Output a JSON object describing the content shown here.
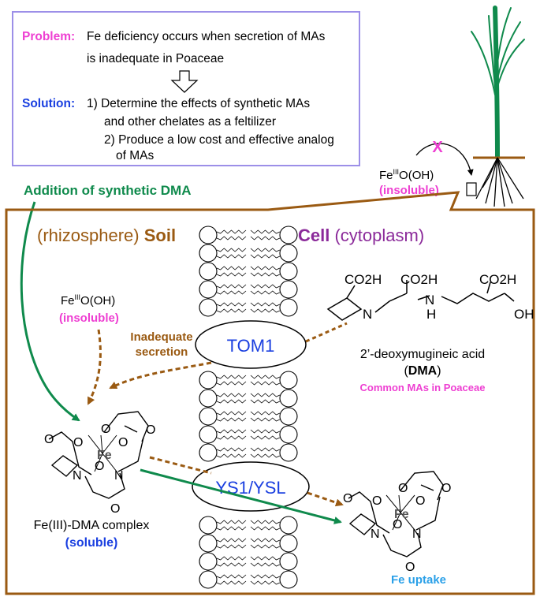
{
  "problem": {
    "label": "Problem:",
    "line1": "Fe deficiency occurs when secretion of MAs",
    "line2": "is inadequate in Poaceae"
  },
  "solution": {
    "label": "Solution:",
    "item1_line1": "1) Determine the effects of synthetic MAs",
    "item1_line2": "and other chelates as a feltilizer",
    "item2_line1": "2) Produce a low cost and effective analog",
    "item2_line2": "of MAs"
  },
  "addition_label": "Addition of synthetic DMA",
  "plant_inset": {
    "fe_prefix": "Fe",
    "fe_superscript": "III",
    "fe_suffix": "O(OH)",
    "insoluble": "(insoluble)",
    "blocked_mark": "X"
  },
  "soil_label": {
    "paren": "(rhizosphere) ",
    "bold": "Soil"
  },
  "cell_label": {
    "bold": "Cell",
    "paren": " (cytoplasm)"
  },
  "fe_soil": {
    "prefix": "Fe",
    "superscript": "III",
    "suffix": "O(OH)",
    "insoluble": "(insoluble)"
  },
  "inadequate_secretion": [
    "Inadequate",
    "secretion"
  ],
  "tom1": "TOM1",
  "ys1": "YS1/YSL",
  "dma": {
    "name": "2’-deoxymugineic acid",
    "abbr_open": "(",
    "abbr": "DMA",
    "abbr_close": ")",
    "common": "Common MAs in Poaceae",
    "co2h": "CO2H",
    "n": "N",
    "h": "H",
    "oh": "OH"
  },
  "complex": {
    "name": "Fe(III)-DMA complex",
    "soluble": "(soluble)",
    "fe": "Fe",
    "n": "N",
    "o": "O"
  },
  "fe_uptake": "Fe uptake",
  "colors": {
    "magenta": "#ee3fd2",
    "blue": "#1a3fe0",
    "green": "#0f8a4c",
    "brown": "#9a5a12",
    "purple": "#8b2a9a",
    "sky": "#2aa0e8",
    "box_border": "#9c8fe8"
  }
}
